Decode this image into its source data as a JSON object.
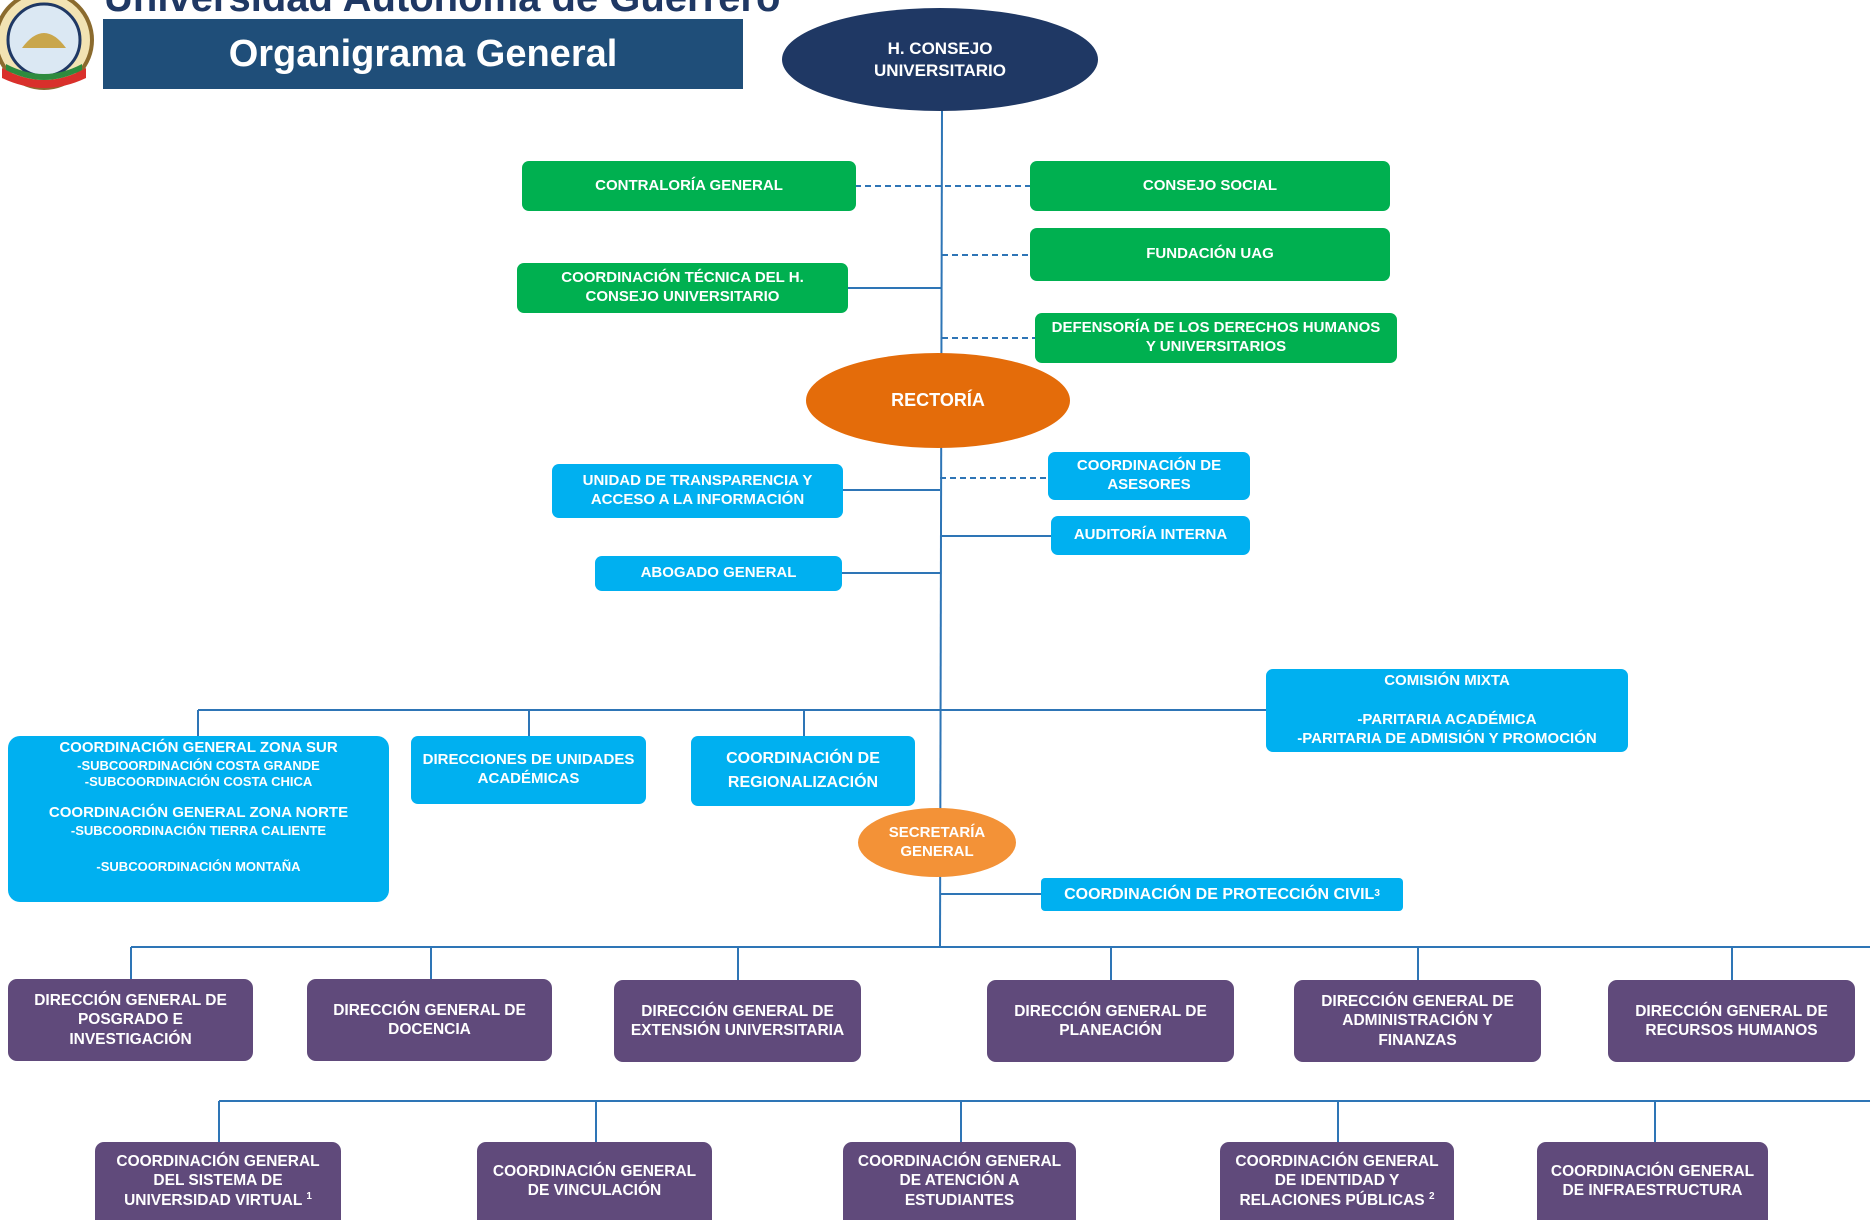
{
  "header": {
    "university_name": "Universidad Autónoma de Guerrero",
    "title": "Organigrama General"
  },
  "level0": {
    "consejo": [
      "H. CONSEJO",
      "UNIVERSITARIO"
    ]
  },
  "level1": {
    "contraloria": "CONTRALORÍA GENERAL",
    "consejo_social": "CONSEJO SOCIAL",
    "fundacion": "FUNDACIÓN UAG",
    "coord_tecnica": [
      "COORDINACIÓN TÉCNICA DEL H.",
      "CONSEJO UNIVERSITARIO"
    ],
    "defensoria": [
      "DEFENSORÍA DE LOS DERECHOS HUMANOS",
      "Y UNIVERSITARIOS"
    ]
  },
  "rectoria": "RECTORÍA",
  "level2": {
    "transparencia": [
      "UNIDAD DE TRANSPARENCIA Y",
      "ACCESO A LA INFORMACIÓN"
    ],
    "asesores": [
      "COORDINACIÓN DE",
      "ASESORES"
    ],
    "auditoria": "AUDITORÍA INTERNA",
    "abogado": "ABOGADO GENERAL"
  },
  "level3": {
    "comision_mixta": {
      "title": "COMISIÓN MIXTA",
      "line1": "-PARITARIA ACADÉMICA",
      "line2": "-PARITARIA DE ADMISIÓN Y PROMOCIÓN"
    },
    "zonas": {
      "sur_title": "COORDINACIÓN GENERAL ZONA SUR",
      "sur_sub1": "-SUBCOORDINACIÓN COSTA GRANDE",
      "sur_sub2": "-SUBCOORDINACIÓN COSTA CHICA",
      "norte_title": "COORDINACIÓN GENERAL ZONA NORTE",
      "norte_sub1": "-SUBCOORDINACIÓN TIERRA CALIENTE",
      "norte_sub2": "-SUBCOORDINACIÓN MONTAÑA"
    },
    "direcciones_unidades": [
      "DIRECCIONES DE UNIDADES",
      "ACADÉMICAS"
    ],
    "regionalizacion": [
      "COORDINACIÓN DE",
      "REGIONALIZACIÓN"
    ]
  },
  "secretaria": [
    "SECRETARÍA",
    "GENERAL"
  ],
  "proteccion_civil": {
    "label": "COORDINACIÓN DE PROTECCIÓN CIVIL",
    "note": "3"
  },
  "direcciones": [
    [
      "DIRECCIÓN GENERAL DE",
      "POSGRADO E",
      "INVESTIGACIÓN"
    ],
    [
      "DIRECCIÓN GENERAL DE",
      "DOCENCIA"
    ],
    [
      "DIRECCIÓN GENERAL DE",
      "EXTENSIÓN UNIVERSITARIA"
    ],
    [
      "DIRECCIÓN GENERAL DE",
      "PLANEACIÓN"
    ],
    [
      "DIRECCIÓN GENERAL DE",
      "ADMINISTRACIÓN Y",
      "FINANZAS"
    ],
    [
      "DIRECCIÓN GENERAL DE",
      "RECURSOS HUMANOS"
    ]
  ],
  "coordinaciones": [
    {
      "lines": [
        "COORDINACIÓN GENERAL",
        "DEL SISTEMA DE",
        "UNIVERSIDAD VIRTUAL"
      ],
      "note": "1"
    },
    {
      "lines": [
        "COORDINACIÓN GENERAL",
        "DE VINCULACIÓN"
      ],
      "note": ""
    },
    {
      "lines": [
        "COORDINACIÓN GENERAL",
        "DE ATENCIÓN A",
        "ESTUDIANTES"
      ],
      "note": ""
    },
    {
      "lines": [
        "COORDINACIÓN GENERAL",
        "DE IDENTIDAD Y",
        "RELACIONES PÚBLICAS"
      ],
      "note": "2"
    },
    {
      "lines": [
        "COORDINACIÓN GENERAL",
        "DE INFRAESTRUCTURA"
      ],
      "note": ""
    }
  ],
  "colors": {
    "navy": "#1f3864",
    "green": "#00b050",
    "cyan": "#00b0f0",
    "orange": "#e46c0a",
    "purple": "#604a7b",
    "line": "#2e75b6"
  }
}
